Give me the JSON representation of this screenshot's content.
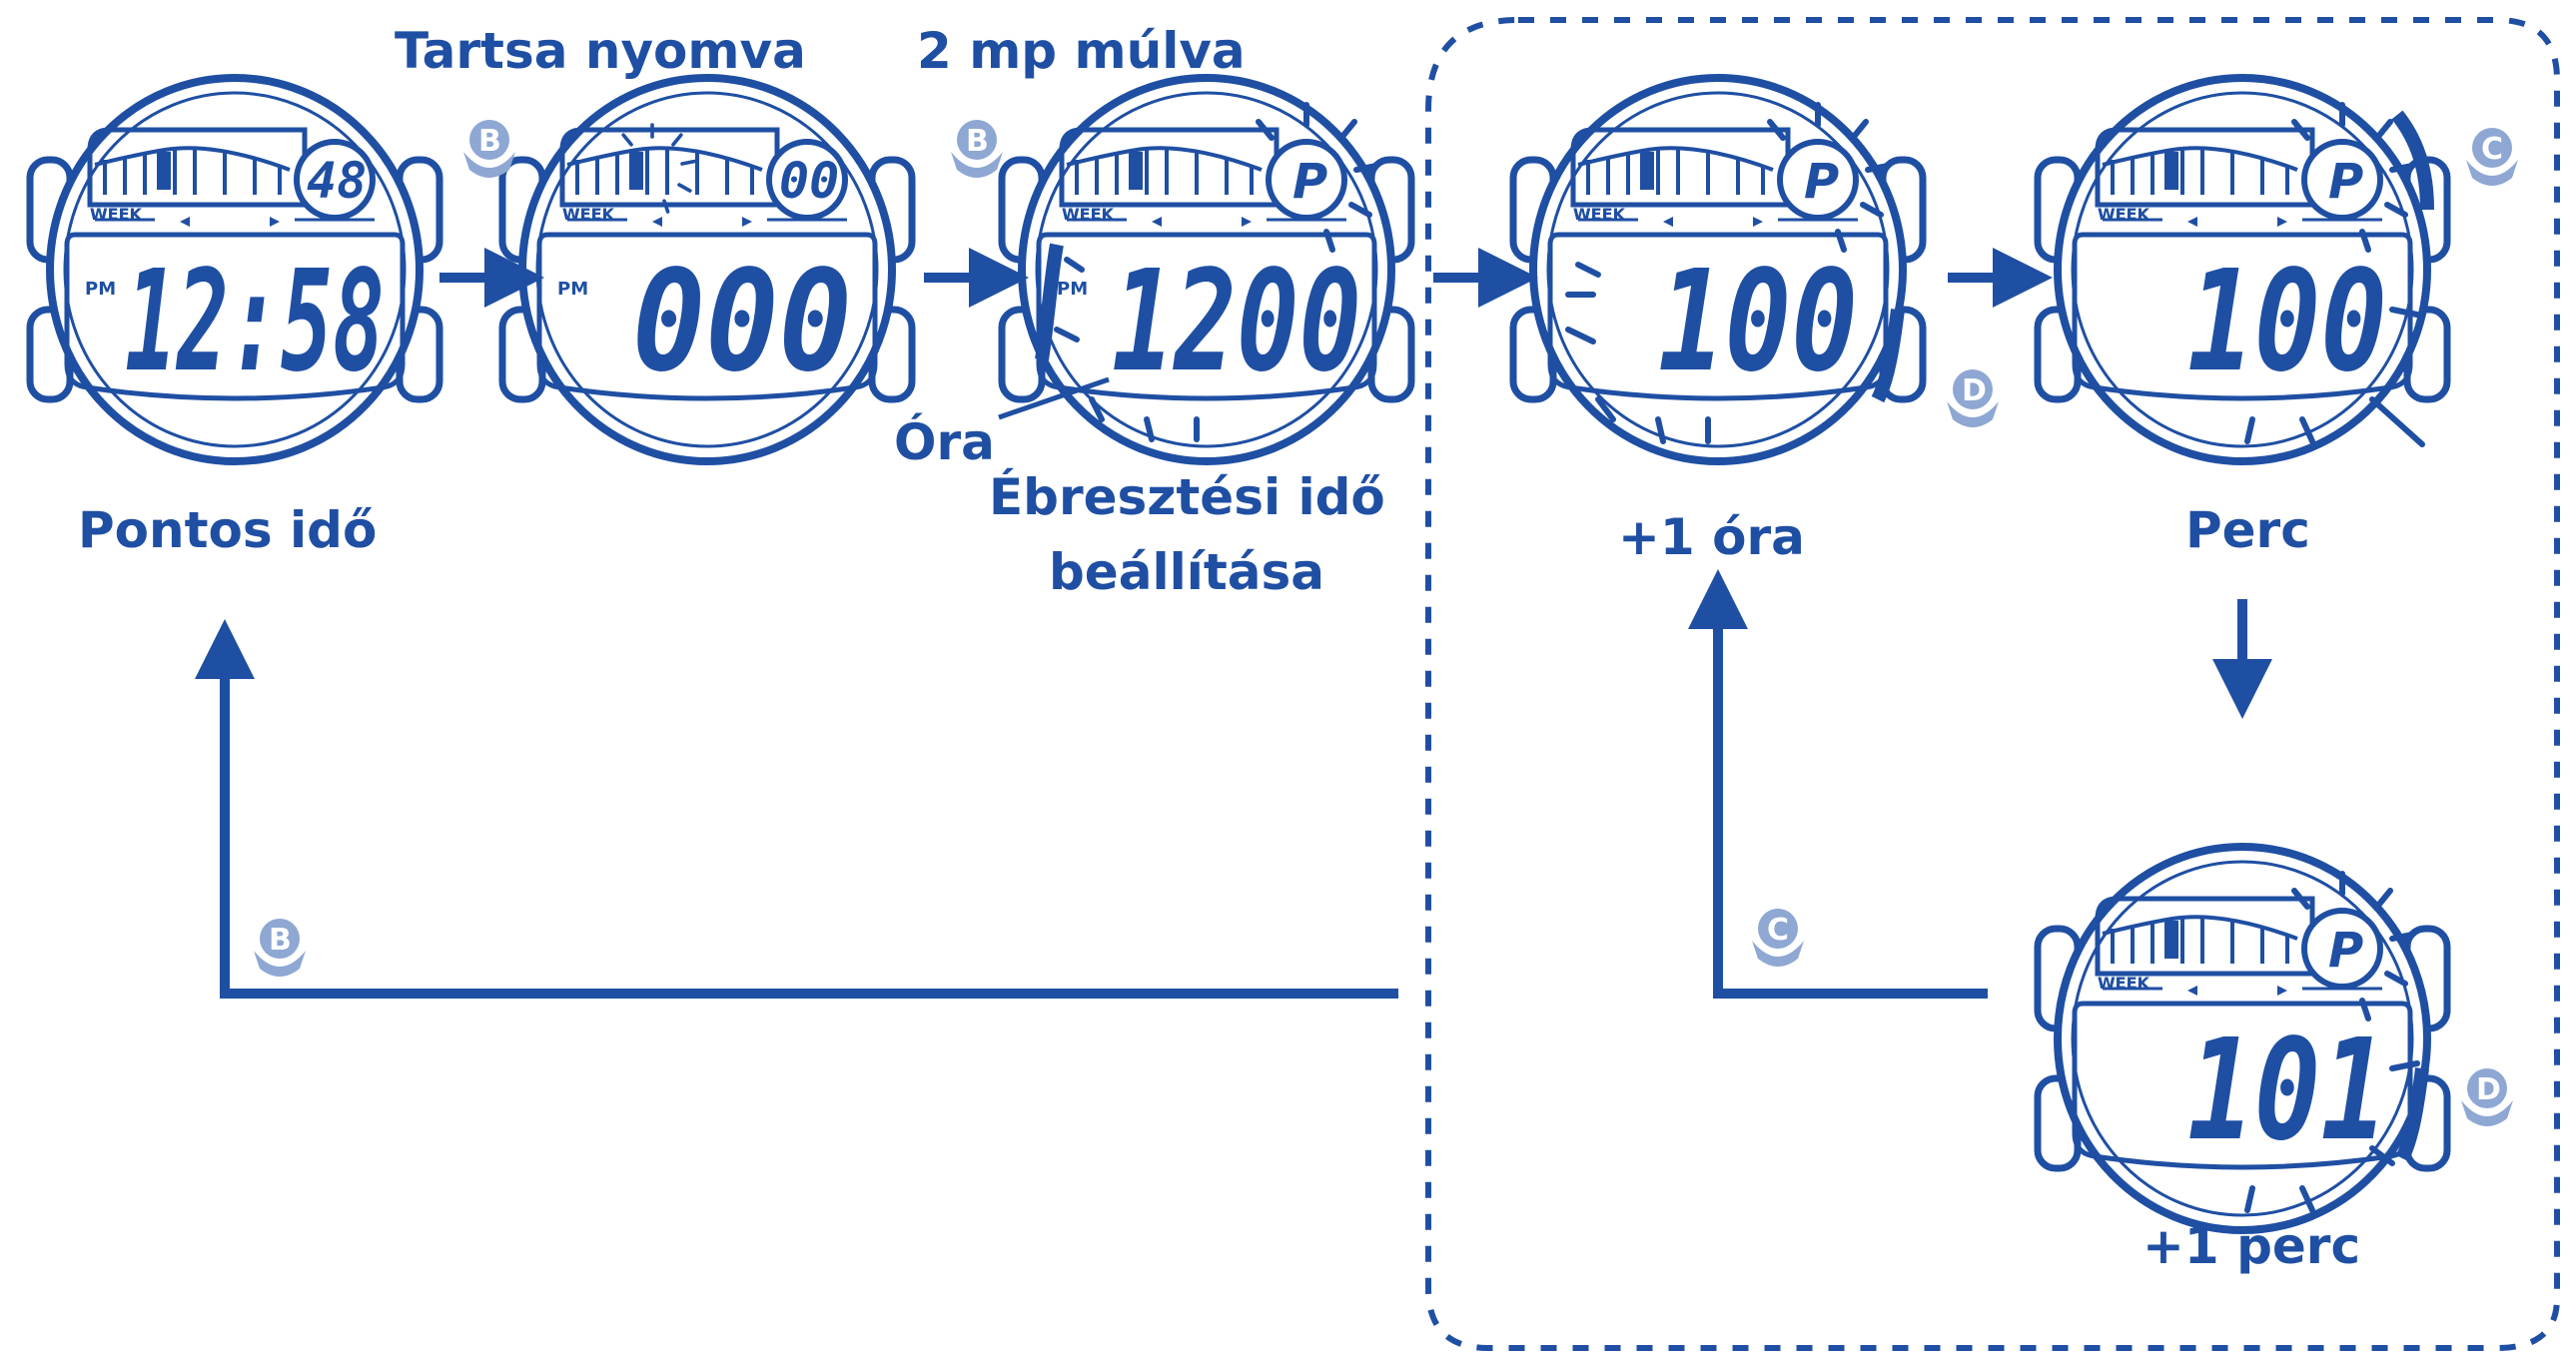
{
  "colors": {
    "blue": "#1f4fa3",
    "button": "#8ea7d3",
    "background": "#ffffff"
  },
  "labels": {
    "hold": "Tartsa nyomva",
    "after2s": "2 mp múlva",
    "current_time": "Pontos idő",
    "hour": "Óra",
    "alarm_line1": "Ébresztési idő",
    "alarm_line2": "beállítása",
    "plus_hour": "+1 óra",
    "minute": "Perc",
    "plus_minute": "+1 perc"
  },
  "watches": [
    {
      "id": "w1",
      "top": "48",
      "main": "12:58",
      "pm": "PM",
      "week": "WEEK",
      "p": ""
    },
    {
      "id": "w2",
      "top": "00",
      "main": "000",
      "pm": "PM",
      "week": "WEEK",
      "p": ""
    },
    {
      "id": "w3",
      "top": "",
      "main": "1200",
      "pm": "PM",
      "week": "WEEK",
      "p": "P"
    },
    {
      "id": "w4",
      "top": "",
      "main": "100",
      "pm": "",
      "week": "WEEK",
      "p": "P"
    },
    {
      "id": "w5",
      "top": "",
      "main": "100",
      "pm": "",
      "week": "WEEK",
      "p": "P"
    },
    {
      "id": "w6",
      "top": "",
      "main": "101",
      "pm": "",
      "week": "WEEK",
      "p": "P"
    }
  ],
  "buttons": {
    "b": "B",
    "c": "C",
    "d": "D"
  }
}
